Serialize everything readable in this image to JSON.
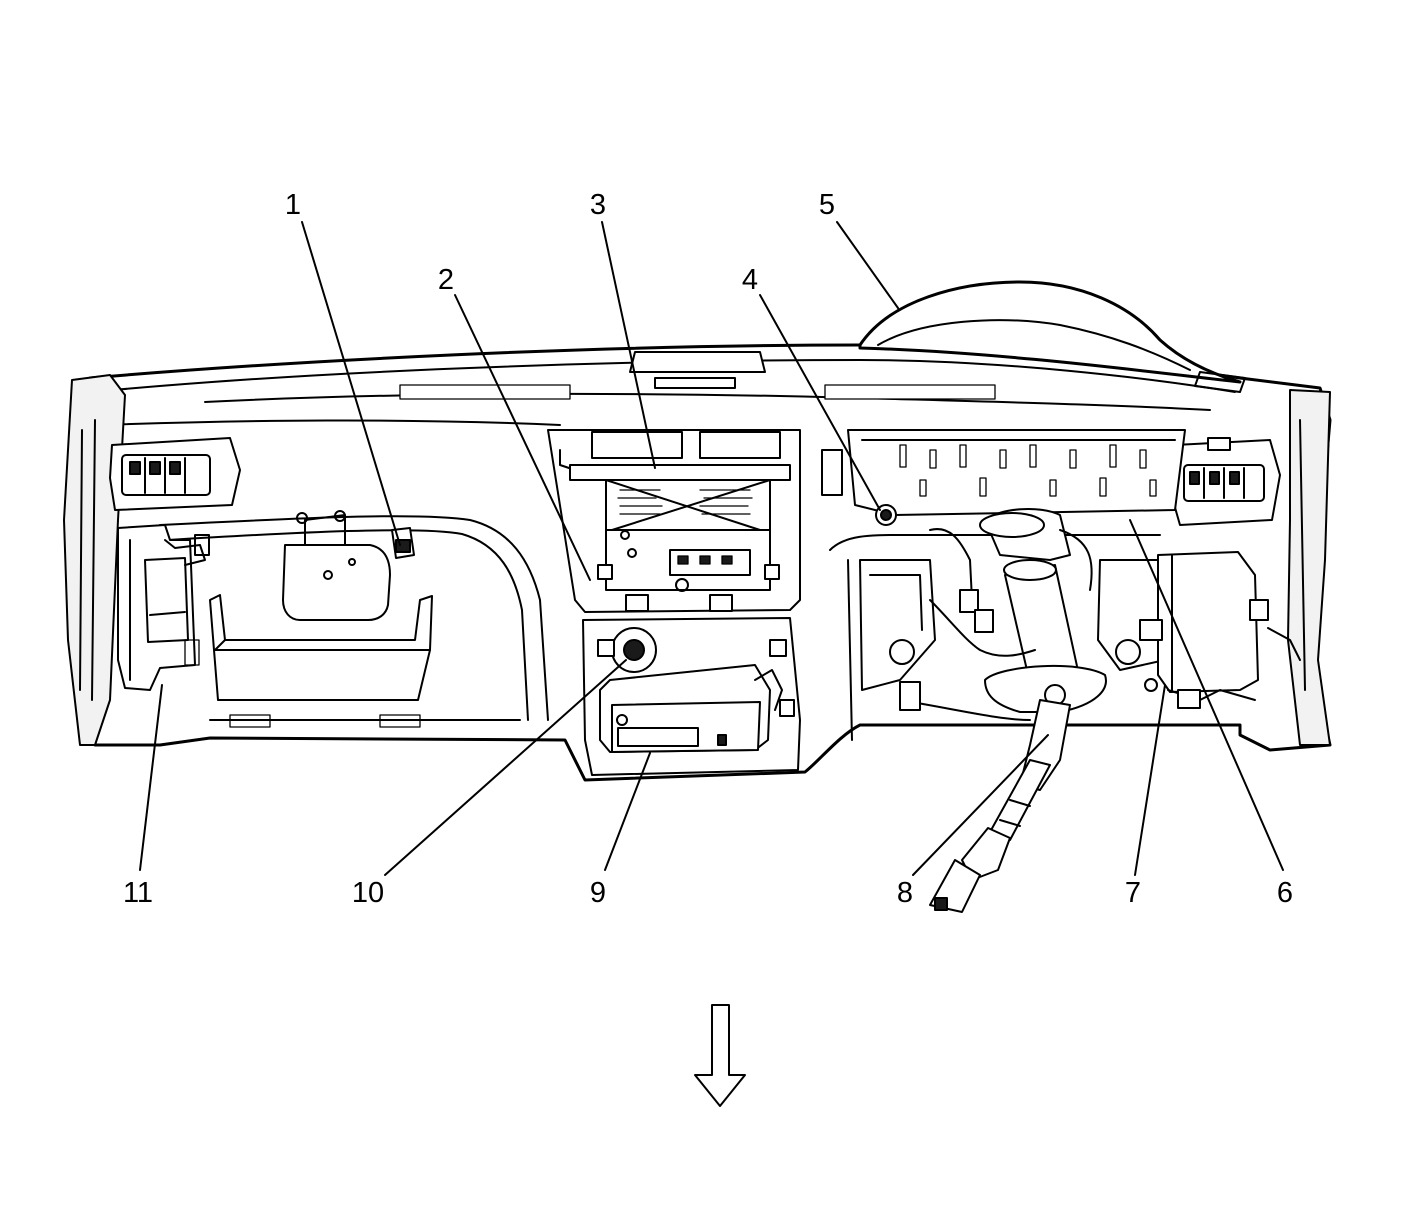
{
  "diagram": {
    "callouts": [
      {
        "id": "c1",
        "label": "1"
      },
      {
        "id": "c2",
        "label": "2"
      },
      {
        "id": "c3",
        "label": "3"
      },
      {
        "id": "c4",
        "label": "4"
      },
      {
        "id": "c5",
        "label": "5"
      },
      {
        "id": "c6",
        "label": "6"
      },
      {
        "id": "c7",
        "label": "7"
      },
      {
        "id": "c8",
        "label": "8"
      },
      {
        "id": "c9",
        "label": "9"
      },
      {
        "id": "c10",
        "label": "10"
      },
      {
        "id": "c11",
        "label": "11"
      }
    ],
    "direction_arrow": "down-arrow-icon"
  }
}
